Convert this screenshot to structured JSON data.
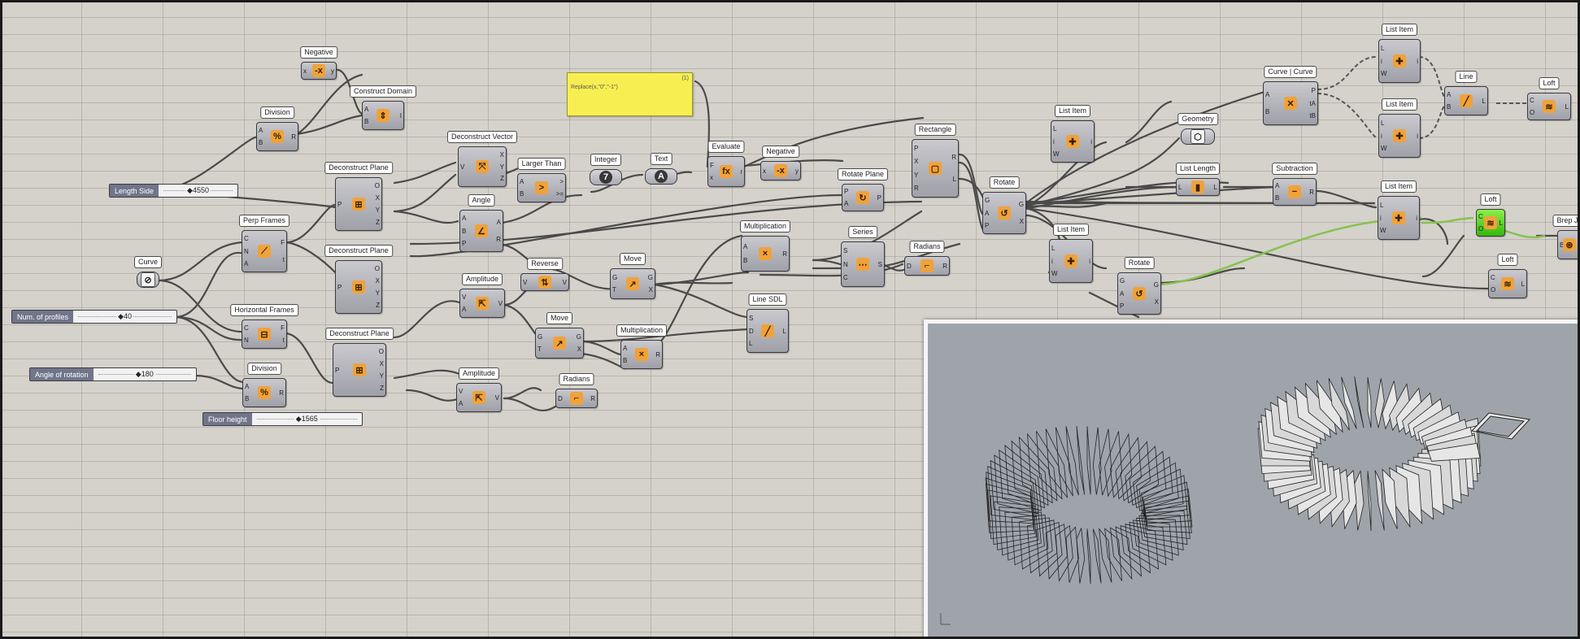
{
  "sliders": [
    {
      "id": "length-side",
      "label": "Length Side",
      "value": "◆4550"
    },
    {
      "id": "num-profiles",
      "label": "Num. of profiles",
      "value": "◆40"
    },
    {
      "id": "angle-rotation",
      "label": "Angle of rotation",
      "value": "◆180"
    },
    {
      "id": "floor-height",
      "label": "Floor height",
      "value": "◆1565"
    }
  ],
  "panel": {
    "text": "Replace(x,\"0\",\"-1\")",
    "count": "(1)"
  },
  "nodes": [
    {
      "id": "curve",
      "title": "Curve",
      "in": [],
      "out": [],
      "icon": "⊘",
      "kind": "param"
    },
    {
      "id": "negative-1",
      "title": "Negative",
      "in": [
        "x"
      ],
      "out": [
        "y"
      ],
      "icon": "-x"
    },
    {
      "id": "division-1",
      "title": "Division",
      "in": [
        "A",
        "B"
      ],
      "out": [
        "R"
      ],
      "icon": "%"
    },
    {
      "id": "construct-domain",
      "title": "Construct Domain",
      "in": [
        "A",
        "B"
      ],
      "out": [
        "I"
      ],
      "icon": "⇕"
    },
    {
      "id": "deconstruct-plane-1",
      "title": "Deconstruct Plane",
      "in": [
        "P"
      ],
      "out": [
        "O",
        "X",
        "Y",
        "Z"
      ],
      "icon": "⊞"
    },
    {
      "id": "perp-frames",
      "title": "Perp Frames",
      "in": [
        "C",
        "N",
        "A"
      ],
      "out": [
        "F",
        "t"
      ],
      "icon": "⟋"
    },
    {
      "id": "deconstruct-plane-2",
      "title": "Deconstruct Plane",
      "in": [
        "P"
      ],
      "out": [
        "O",
        "X",
        "Y",
        "Z"
      ],
      "icon": "⊞"
    },
    {
      "id": "horizontal-frames",
      "title": "Horizontal Frames",
      "in": [
        "C",
        "N"
      ],
      "out": [
        "F",
        "t"
      ],
      "icon": "⊟"
    },
    {
      "id": "deconstruct-plane-3",
      "title": "Deconstruct Plane",
      "in": [
        "P"
      ],
      "out": [
        "O",
        "X",
        "Y",
        "Z"
      ],
      "icon": "⊞"
    },
    {
      "id": "division-2",
      "title": "Division",
      "in": [
        "A",
        "B"
      ],
      "out": [
        "R"
      ],
      "icon": "%"
    },
    {
      "id": "deconstruct-vector",
      "title": "Deconstruct Vector",
      "in": [
        "V"
      ],
      "out": [
        "X",
        "Y",
        "Z"
      ],
      "icon": "⤧"
    },
    {
      "id": "angle",
      "title": "Angle",
      "in": [
        "A",
        "B",
        "P"
      ],
      "out": [
        "A",
        "R"
      ],
      "icon": "∠"
    },
    {
      "id": "larger-than",
      "title": "Larger Than",
      "in": [
        "A",
        "B"
      ],
      "out": [
        ">",
        ">="
      ],
      "icon": ">"
    },
    {
      "id": "integer",
      "title": "Integer",
      "in": [],
      "out": [],
      "icon": "7",
      "kind": "param"
    },
    {
      "id": "text",
      "title": "Text",
      "in": [],
      "out": [],
      "icon": "A",
      "kind": "param"
    },
    {
      "id": "evaluate",
      "title": "Evaluate",
      "in": [
        "F",
        "x"
      ],
      "out": [
        "r"
      ],
      "icon": "fx"
    },
    {
      "id": "negative-2",
      "title": "Negative",
      "in": [
        "x"
      ],
      "out": [
        "y"
      ],
      "icon": "-x"
    },
    {
      "id": "amplitude-1",
      "title": "Amplitude",
      "in": [
        "V",
        "A"
      ],
      "out": [
        "V"
      ],
      "icon": "⇱"
    },
    {
      "id": "reverse",
      "title": "Reverse",
      "in": [
        "V"
      ],
      "out": [
        "V"
      ],
      "icon": "⇅"
    },
    {
      "id": "move-1",
      "title": "Move",
      "in": [
        "G",
        "T"
      ],
      "out": [
        "G",
        "X"
      ],
      "icon": "↗"
    },
    {
      "id": "move-2",
      "title": "Move",
      "in": [
        "G",
        "T"
      ],
      "out": [
        "G",
        "X"
      ],
      "icon": "↗"
    },
    {
      "id": "multiplication-1",
      "title": "Multiplication",
      "in": [
        "A",
        "B"
      ],
      "out": [
        "R"
      ],
      "icon": "×"
    },
    {
      "id": "amplitude-2",
      "title": "Amplitude",
      "in": [
        "V",
        "A"
      ],
      "out": [
        "V"
      ],
      "icon": "⇱"
    },
    {
      "id": "radians-1",
      "title": "Radians",
      "in": [
        "D"
      ],
      "out": [
        "R"
      ],
      "icon": "⌐"
    },
    {
      "id": "multiplication-2",
      "title": "Multiplication",
      "in": [
        "A",
        "B"
      ],
      "out": [
        "R"
      ],
      "icon": "×"
    },
    {
      "id": "rotate-plane",
      "title": "Rotate Plane",
      "in": [
        "P",
        "A"
      ],
      "out": [
        "P"
      ],
      "icon": "↻"
    },
    {
      "id": "series",
      "title": "Series",
      "in": [
        "S",
        "N",
        "C"
      ],
      "out": [
        "S"
      ],
      "icon": "⋯"
    },
    {
      "id": "line-sdl",
      "title": "Line SDL",
      "in": [
        "S",
        "D",
        "L"
      ],
      "out": [
        "L"
      ],
      "icon": "╱"
    },
    {
      "id": "rectangle",
      "title": "Rectangle",
      "in": [
        "P",
        "X",
        "Y",
        "R"
      ],
      "out": [
        "R",
        "L"
      ],
      "icon": "▢"
    },
    {
      "id": "radians-2",
      "title": "Radians",
      "in": [
        "D"
      ],
      "out": [
        "R"
      ],
      "icon": "⌐"
    },
    {
      "id": "rotate-1",
      "title": "Rotate",
      "in": [
        "G",
        "A",
        "P"
      ],
      "out": [
        "G",
        "X"
      ],
      "icon": "↺"
    },
    {
      "id": "list-item-1",
      "title": "List Item",
      "in": [
        "L",
        "i",
        "W"
      ],
      "out": [
        "i"
      ],
      "icon": "✚"
    },
    {
      "id": "list-item-2",
      "title": "List Item",
      "in": [
        "L",
        "i",
        "W"
      ],
      "out": [
        "i"
      ],
      "icon": "✚"
    },
    {
      "id": "rotate-2",
      "title": "Rotate",
      "in": [
        "G",
        "A",
        "P"
      ],
      "out": [
        "G",
        "X"
      ],
      "icon": "↺"
    },
    {
      "id": "geometry",
      "title": "Geometry",
      "in": [],
      "out": [],
      "icon": "⬡",
      "kind": "param"
    },
    {
      "id": "list-length",
      "title": "List Length",
      "in": [
        "L"
      ],
      "out": [
        "L"
      ],
      "icon": "▮"
    },
    {
      "id": "curve-curve",
      "title": "Curve | Curve",
      "in": [
        "A",
        "B"
      ],
      "out": [
        "P",
        "tA",
        "tB"
      ],
      "icon": "✕"
    },
    {
      "id": "subtraction",
      "title": "Subtraction",
      "in": [
        "A",
        "B"
      ],
      "out": [
        "R"
      ],
      "icon": "−"
    },
    {
      "id": "list-item-3",
      "title": "List Item",
      "in": [
        "L",
        "i",
        "W"
      ],
      "out": [
        "i"
      ],
      "icon": "✚"
    },
    {
      "id": "list-item-4",
      "title": "List Item",
      "in": [
        "L",
        "i",
        "W"
      ],
      "out": [
        "i"
      ],
      "icon": "✚"
    },
    {
      "id": "list-item-5",
      "title": "List Item",
      "in": [
        "L",
        "i",
        "W"
      ],
      "out": [
        "i"
      ],
      "icon": "✚"
    },
    {
      "id": "line",
      "title": "Line",
      "in": [
        "A",
        "B"
      ],
      "out": [
        "L"
      ],
      "icon": "╱"
    },
    {
      "id": "loft-1",
      "title": "Loft",
      "in": [
        "C",
        "O"
      ],
      "out": [
        "L"
      ],
      "icon": "≋"
    },
    {
      "id": "loft-2",
      "title": "Loft",
      "in": [
        "C",
        "O"
      ],
      "out": [
        "L"
      ],
      "icon": "≋"
    },
    {
      "id": "loft-3",
      "title": "Loft",
      "in": [
        "C",
        "O"
      ],
      "out": [
        "L"
      ],
      "icon": "≋"
    },
    {
      "id": "brep-join",
      "title": "Brep Jo",
      "in": [
        "B"
      ],
      "out": [],
      "icon": "⊛"
    }
  ],
  "colors": {
    "canvas": "#d5d2cb",
    "node": "#a9aab2",
    "selected": "#4fd81b",
    "panel": "#f7ef52",
    "viewport": "#9fa4ab"
  }
}
